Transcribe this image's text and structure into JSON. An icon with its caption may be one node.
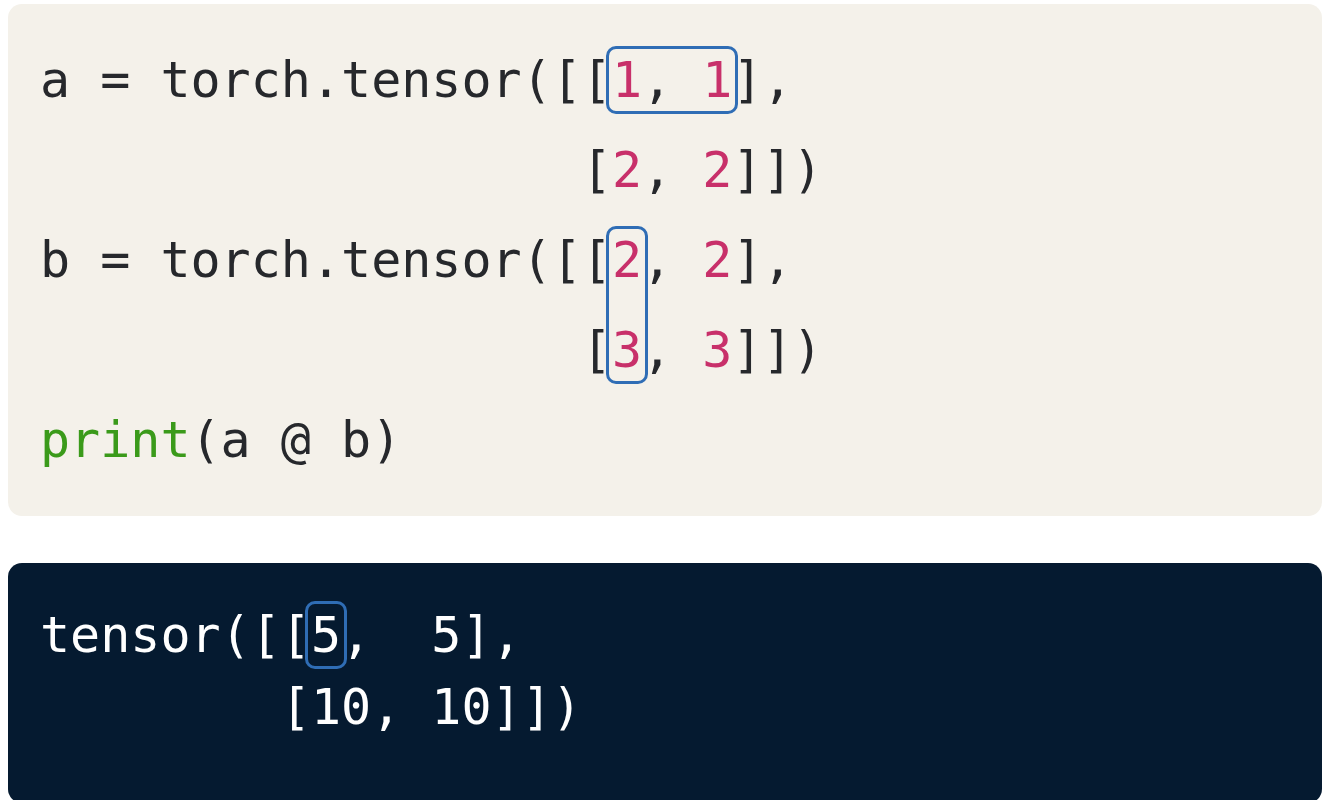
{
  "diagram": {
    "nodes": [
      {
        "text": [
          "a = torch.tensor([[1, 1],",
          "[2, 2]])",
          "b = torch.tensor([[2, 2],",
          "[3, 3]])",
          "print(a @ b)"
        ]
      },
      {
        "text": [
          "tensor([[5,  5],",
          "[10, 10]])"
        ]
      }
    ]
  }
}
